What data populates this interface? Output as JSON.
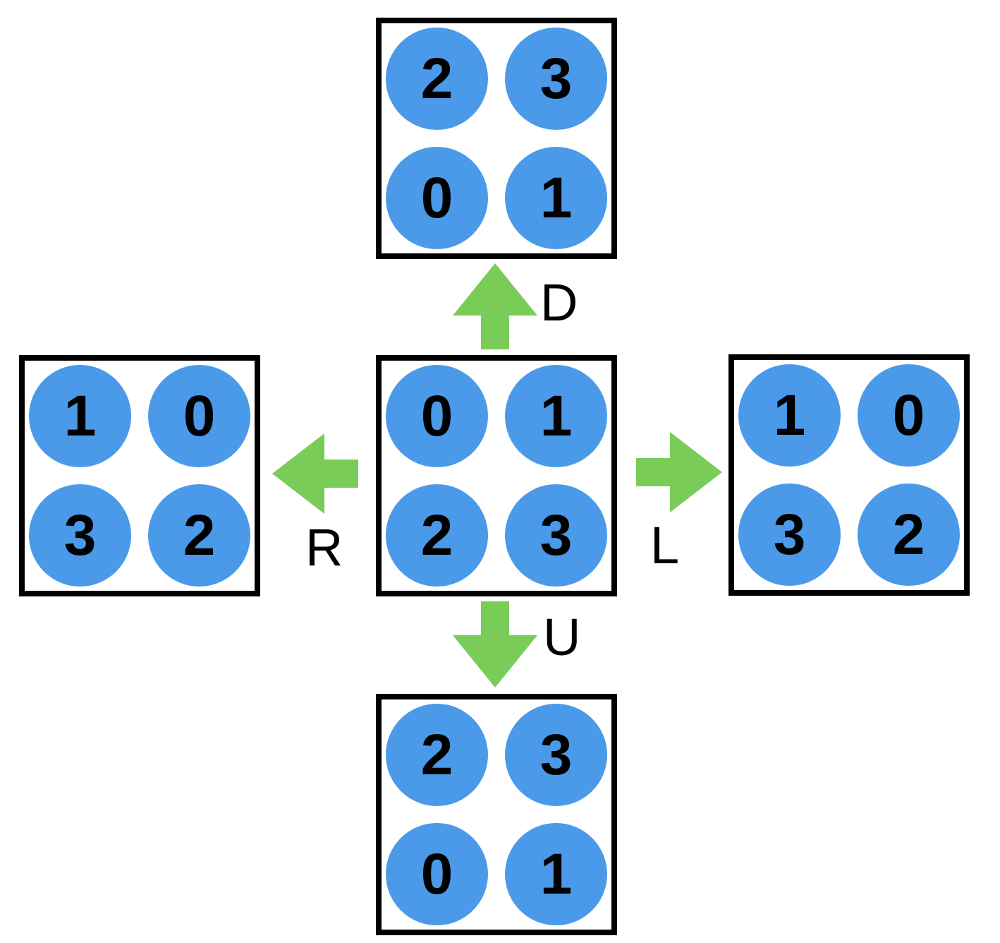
{
  "colors": {
    "background": "#FFFFFF",
    "box_border": "#000000",
    "circle_fill": "#4A9AE9",
    "digit_color": "#000000",
    "arrow_fill": "#7ACC58",
    "label_color": "#000000"
  },
  "boxes": {
    "top": {
      "cells": [
        "2",
        "3",
        "0",
        "1"
      ]
    },
    "left": {
      "cells": [
        "1",
        "0",
        "3",
        "2"
      ]
    },
    "center": {
      "cells": [
        "0",
        "1",
        "2",
        "3"
      ]
    },
    "right": {
      "cells": [
        "1",
        "0",
        "3",
        "2"
      ]
    },
    "bottom": {
      "cells": [
        "2",
        "3",
        "0",
        "1"
      ]
    }
  },
  "arrows": {
    "up": {
      "label": "D"
    },
    "down": {
      "label": "U"
    },
    "left": {
      "label": "R"
    },
    "right": {
      "label": "L"
    }
  }
}
